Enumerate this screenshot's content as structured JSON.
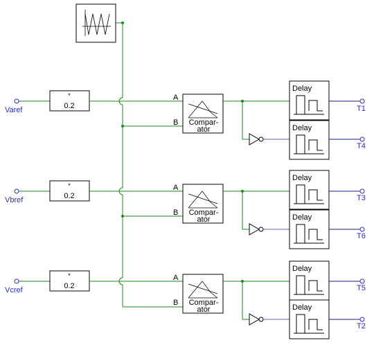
{
  "colors": {
    "wire": "#1a8a1a",
    "block_stroke": "#000000",
    "port_label": "#2a2acc",
    "output_line": "#1a1a88",
    "inverter_line": "#6666aa",
    "text": "#000000"
  },
  "inputs": [
    {
      "label": "Varef"
    },
    {
      "label": "Vbref"
    },
    {
      "label": "Vcref"
    }
  ],
  "gain": {
    "top": "*",
    "value": "0.2"
  },
  "comparator": {
    "port_a": "A",
    "port_b": "B",
    "label_line1": "Compar-",
    "label_line2": "ator"
  },
  "delay": {
    "label": "Delay"
  },
  "outputs": [
    {
      "label": "T1"
    },
    {
      "label": "T4"
    },
    {
      "label": "T3"
    },
    {
      "label": "T6"
    },
    {
      "label": "T5"
    },
    {
      "label": "T2"
    }
  ],
  "carrier": {
    "icon": "triangle-wave-icon"
  }
}
